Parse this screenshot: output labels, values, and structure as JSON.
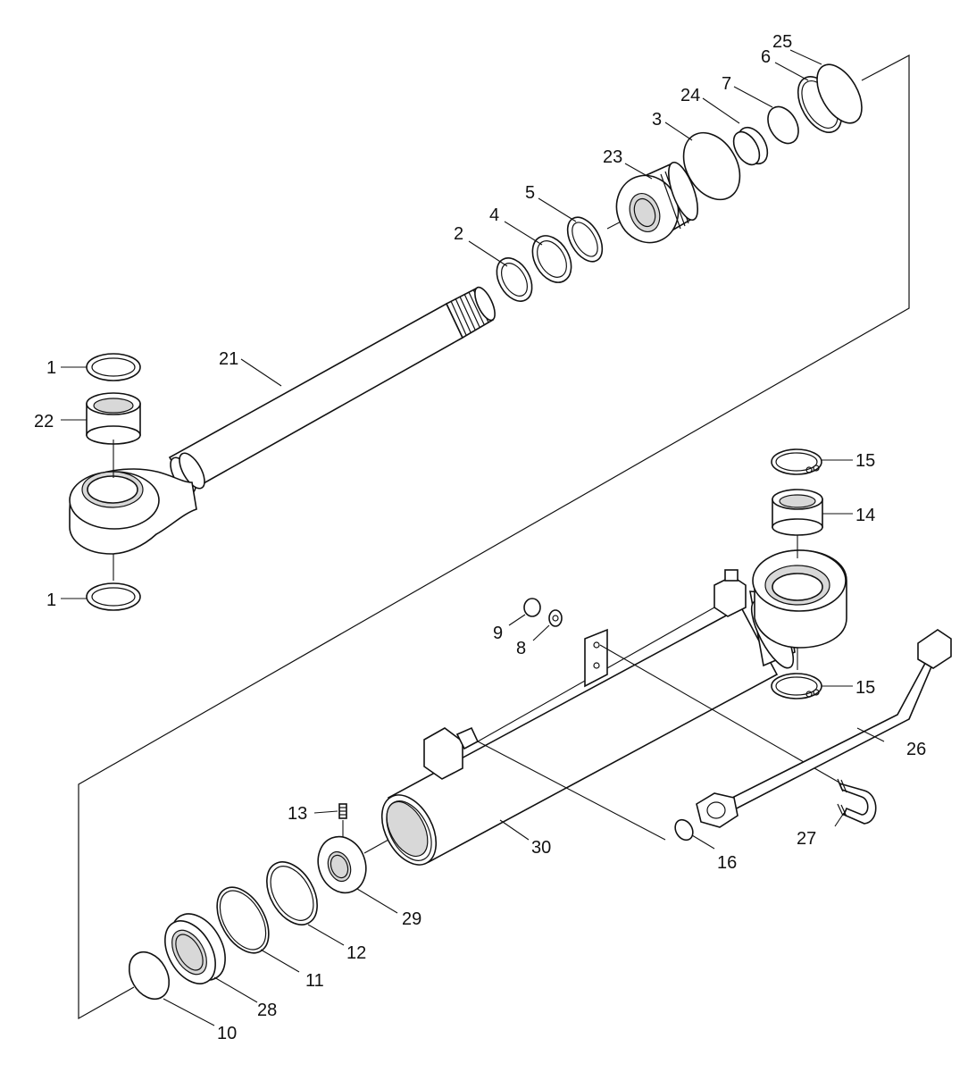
{
  "callouts": {
    "c1_top": "1",
    "c1_bottom": "1",
    "c2": "2",
    "c3": "3",
    "c4": "4",
    "c5": "5",
    "c6": "6",
    "c7": "7",
    "c8": "8",
    "c9": "9",
    "c10": "10",
    "c11": "11",
    "c12": "12",
    "c13": "13",
    "c14": "14",
    "c15_top": "15",
    "c15_bottom": "15",
    "c16": "16",
    "c21": "21",
    "c22": "22",
    "c23": "23",
    "c24": "24",
    "c25": "25",
    "c26": "26",
    "c27": "27",
    "c28": "28",
    "c29": "29",
    "c30": "30"
  }
}
